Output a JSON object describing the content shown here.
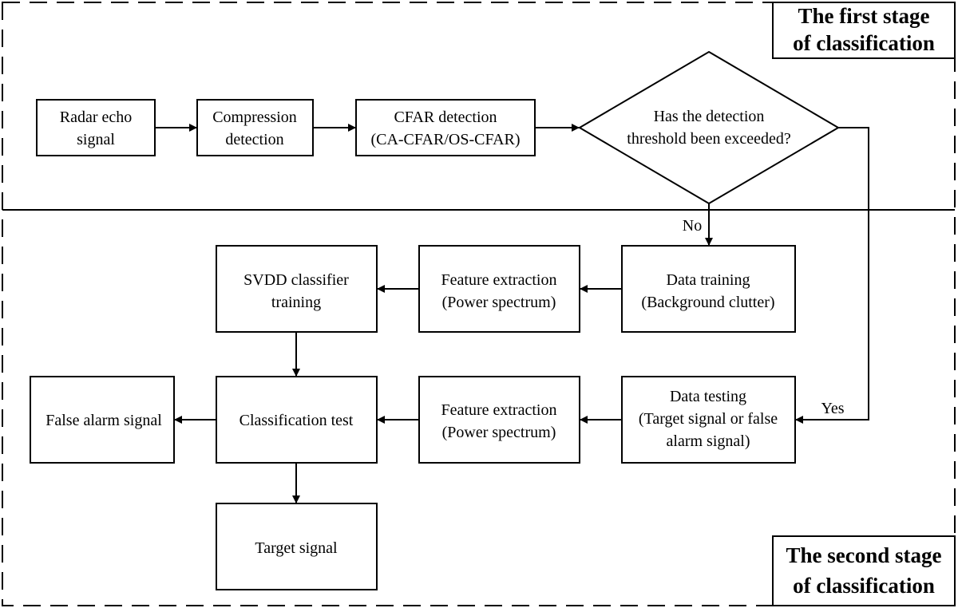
{
  "stages": {
    "first": [
      "The first stage",
      "of classification"
    ],
    "second": [
      "The second stage",
      "of classification"
    ]
  },
  "nodes": {
    "radar_echo": [
      "Radar echo",
      "signal"
    ],
    "compression": [
      "Compression",
      "detection"
    ],
    "cfar": [
      "CFAR detection",
      "(CA-CFAR/OS-CFAR)"
    ],
    "decision": [
      "Has the detection",
      "threshold been exceeded?"
    ],
    "data_training": [
      "Data training",
      "(Background clutter)"
    ],
    "feature_extraction_1": [
      "Feature extraction",
      "(Power spectrum)"
    ],
    "svdd_training": [
      "SVDD classifier",
      "training"
    ],
    "data_testing": [
      "Data testing",
      "(Target signal or false",
      "alarm signal)"
    ],
    "feature_extraction_2": [
      "Feature extraction",
      "(Power spectrum)"
    ],
    "classification_test": [
      "Classification test"
    ],
    "false_alarm": [
      "False alarm signal"
    ],
    "target_signal": [
      "Target signal"
    ]
  },
  "edge_labels": {
    "no": "No",
    "yes": "Yes"
  },
  "colors": {
    "stroke": "#000000",
    "background": "#ffffff"
  }
}
